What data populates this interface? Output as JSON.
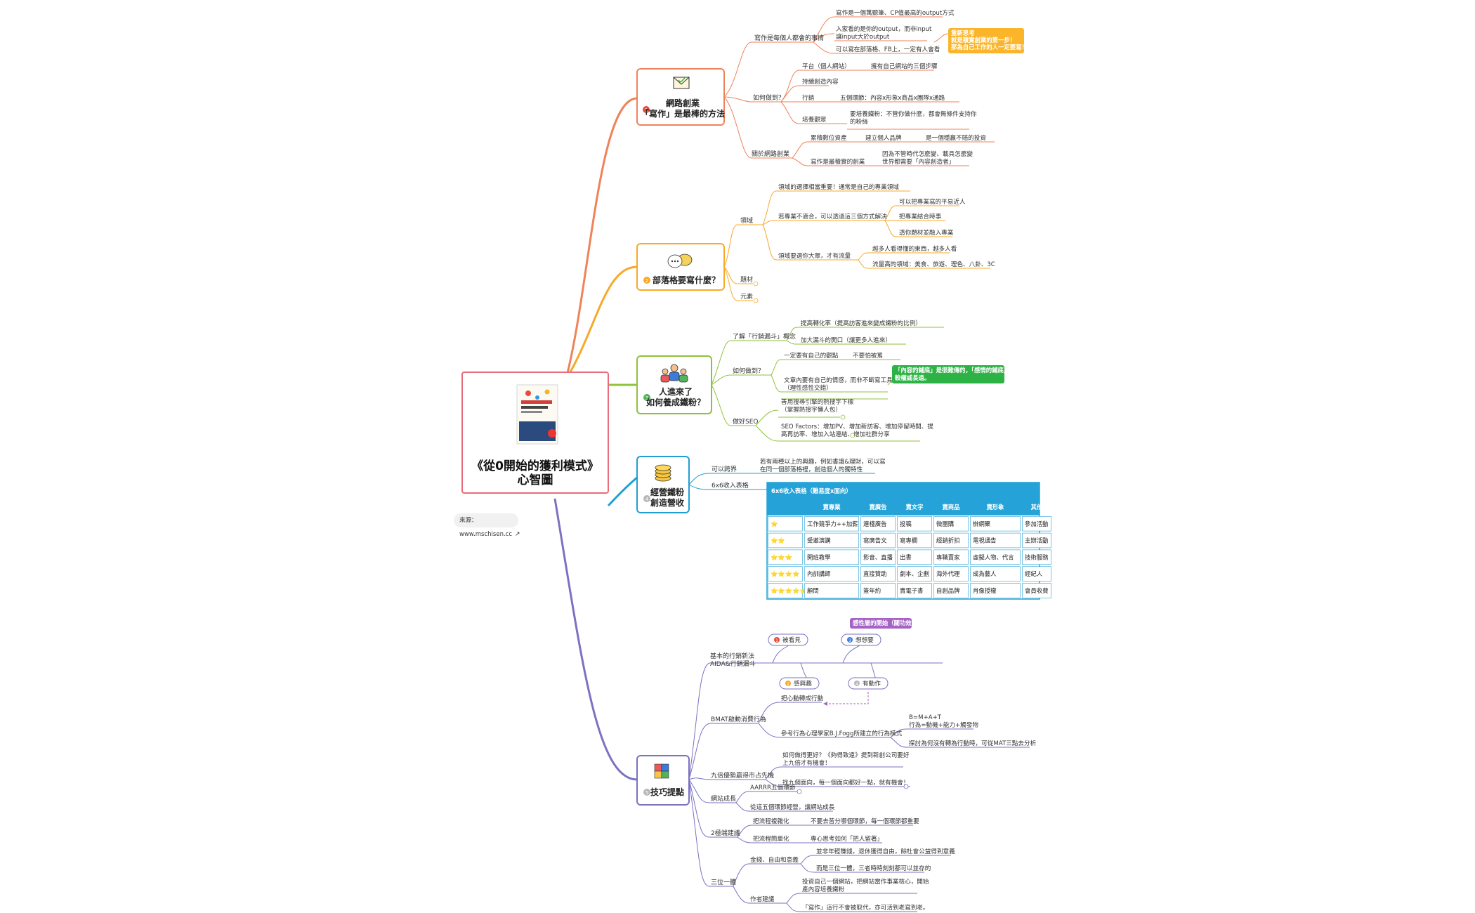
{
  "center": {
    "title_line1": "《從0開始的獲利模式》",
    "title_line2": "心智圖",
    "source": "來源：www.mschisen.cc"
  },
  "sections": {
    "s1": {
      "num": "1",
      "title_line1": "網路創業",
      "title_line2": "「寫作」是最棒的方法",
      "b1": "寫作是每個人都會的事情",
      "b1_items": [
        "寫作是一個萬聽筆、CP值最高的output方式",
        "入家看的是你的output，而非input",
        "讓input大於output",
        "可以寫在部落格、FB上，一定有人會看"
      ],
      "callout": [
        "重新思考",
        "就是積實創業的第一步！",
        "那為自己工作的人一定要寫！"
      ],
      "b2": "如何做到？",
      "b2_items": [
        "平台（個人網站）",
        "擁有自己網站的三個步驟",
        "持續創造內容",
        "行銷",
        "五個環節：內容x形象x商品x團隊x通路",
        "培養觀眾",
        "要培養鐵粉：不管你做什麼，都會無條件支持你",
        "的粉絲"
      ],
      "b3": "關於網路創業",
      "b3_items": [
        "累積數位資產",
        "建立個人品牌",
        "是一個穩贏不賠的投資",
        "寫作是最積實的創業",
        "因為不管時代怎麼變、載具怎麼變",
        "世界都需要「內容創造者」"
      ]
    },
    "s2": {
      "num": "2",
      "title": "部落格要寫什麼？",
      "b1": "領域",
      "b1_items": [
        "領域的選擇相當重要！通常是自己的專業領域",
        "若專業不適合，可以透過這三個方式解決",
        "可以把專業寫的平易近人",
        "把專業結合時事",
        "透你題材並融入專業",
        "領域要選你大眾，才有流量",
        "越多人看得懂的東西，越多人看",
        "流量高的領域：美食、旅遊、理色、八卦、3C"
      ],
      "b2": "題材",
      "b3": "元素"
    },
    "s3": {
      "num": "3",
      "title_line1": "人進來了",
      "title_line2": "如何養成鐵粉？",
      "b1": "了解「行銷漏斗」概念",
      "b1_items": [
        "提高轉化率（提高訪客進來變成鐵粉的比例）",
        "加大漏斗的開口（讓更多人進來）"
      ],
      "b2": "如何做到？",
      "b2_items": [
        "一定要有自己的觀點",
        "不要怕被罵",
        "文章內要有自己的情感，而非不斷寫工具文",
        "（理性感性交錯）"
      ],
      "callout": [
        "「內容的鋪底」是很難傳的，「感情的鋪底」比",
        "較權威長遠。"
      ],
      "b3": "做好SEO",
      "b3_items": [
        "善用搜尋引擎的熱搜字下標",
        "（掌握熱搜字懶人包）",
        "SEO Factors：增加PV、增加新訪客、增加停留時間、提",
        "高再訪率、增加入站連結、增加社群分享"
      ]
    },
    "s4": {
      "num": "4",
      "title_line1": "經營鐵粉",
      "title_line2": "創造營收",
      "b1": "可以跨界",
      "b1_items": [
        "若有兩種以上的興趣，例如書識&理財，可以寫",
        "在同一個部落格裡，創造個人的獨特性"
      ],
      "b2": "6x6收入表格"
    },
    "s5": {
      "num": "5",
      "title": "技巧提點",
      "aida": "基本的行銷新法",
      "aida2": "AIDA&行銷漏斗",
      "aida_nodes": [
        "被看見",
        "感興趣",
        "想想要",
        "有動作"
      ],
      "aida_nums": [
        "1",
        "2",
        "3",
        "4"
      ],
      "purple": "感性層的開始（關功效）",
      "bmat": "BMAT啟動消費行為",
      "bmat_items": [
        "把心動轉成行動",
        "參考行為心理學家B.J.Fogg所建立的行為模式",
        "B=M+A+T",
        "行為=動機+能力+觸發物",
        "探討為何沒有轉為行動時，可從MAT三點去分析"
      ],
      "nine": "九倍優勢贏得市占先機",
      "nine_items": [
        "如何做得更好？《夠得致遠》提到新創公司要好",
        "上九倍才有機會！",
        "找九個面向，每一個面向都好一點，就有機會！"
      ],
      "web": "網站成長",
      "web_items": [
        "AARRR五個環節",
        "從這五個環節經營，讓網站成長"
      ],
      "two": "2極端建議",
      "two_items": [
        "把流程複雜化",
        "不要去苦分哪個環節，每一個環節都重要",
        "把流程簡單化",
        "專心思考如何「把人留著」"
      ],
      "three": "三位一體",
      "three_items": [
        "金錢、自由和意義",
        "並非年輕賺錢，退休獲得自由，餘杜會公益得到意義",
        "而是三位一體，三者時時刻刻都可以並存的",
        "作者建議",
        "投資自己一個網站，把網站當作事業核心，開始",
        "產內容培養鐵粉",
        "「寫作」這行不會被取代，亦可活到老寫到老。"
      ]
    }
  },
  "table": {
    "title": "6x6收入表格（難易度x面向）",
    "headers": [
      "",
      "賣專業",
      "賣廣告",
      "賣文字",
      "賣商品",
      "賣形象",
      "其他"
    ],
    "rows": [
      [
        "⭐",
        "工作競爭力++加薪",
        "連棧廣告",
        "投稿",
        "微團購",
        "辦網聚",
        "參加活動"
      ],
      [
        "⭐⭐",
        "受邀演講",
        "寫廣告文",
        "寫專欄",
        "經銷折扣",
        "電視通告",
        "主辦活動"
      ],
      [
        "⭐⭐⭐",
        "開班教學",
        "影音、直播",
        "出書",
        "專職賣家",
        "虛擬人物、代言",
        "技術服務"
      ],
      [
        "⭐⭐⭐⭐",
        "內訓講師",
        "直接贊助",
        "劇本、企劃",
        "海外代理",
        "成為藝人",
        "經紀人"
      ],
      [
        "⭐⭐⭐⭐⭐",
        "顧問",
        "簽年約",
        "賣電子書",
        "自創品牌",
        "肖像授權",
        "會員收費"
      ]
    ]
  },
  "colors": {
    "s1": "#f0825a",
    "s2": "#f8a82a",
    "s3": "#8fc23c",
    "s4": "#1f9fd4",
    "s5": "#7b72c2",
    "center": "#e86c79",
    "table": "#25a2d7",
    "callout_orange": "#fbb52a",
    "callout_green": "#2db245",
    "callout_purple": "#a563c4"
  }
}
